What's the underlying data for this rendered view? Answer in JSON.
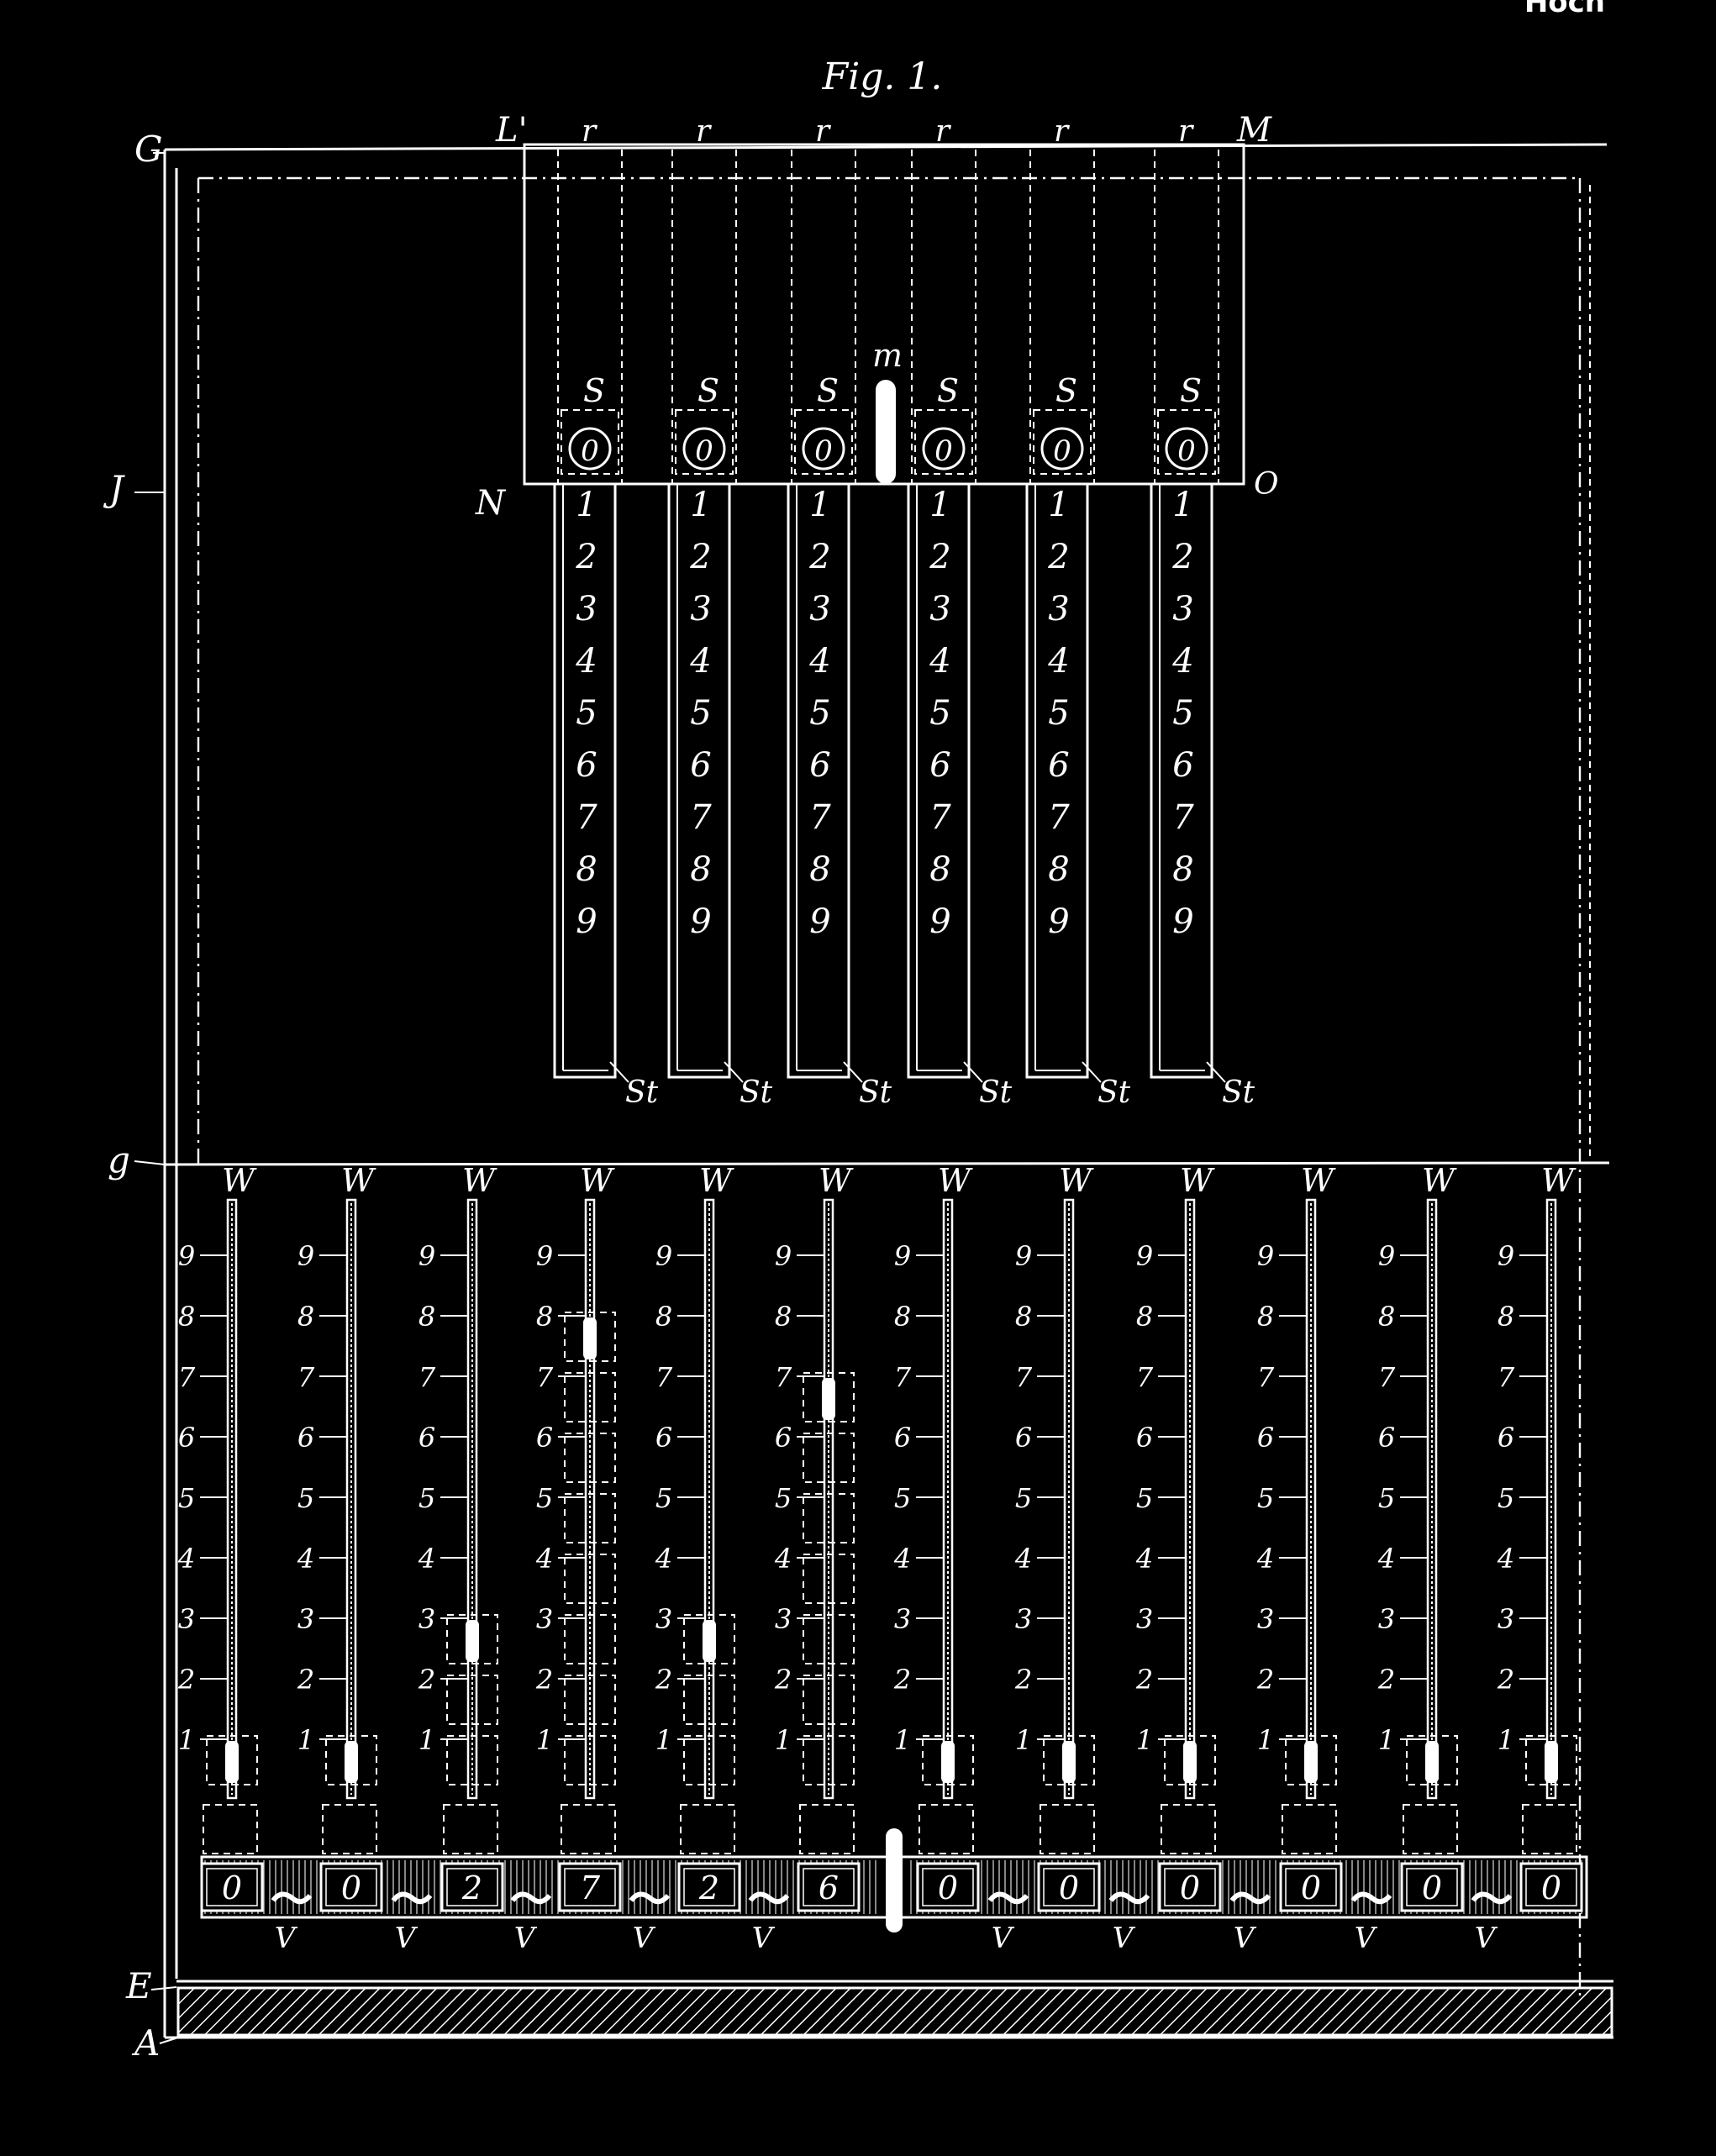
{
  "figure": {
    "title": "Fig. 1.",
    "corner_text": "Hoch",
    "frame_labels": {
      "G": "G",
      "J": "J",
      "g": "g",
      "E": "E",
      "A": "A"
    },
    "panel_labels": {
      "L": "L'",
      "M": "M",
      "N": "N",
      "O": "O",
      "m": "m"
    }
  },
  "upper": {
    "column_label": "r",
    "window_label": "S",
    "stop_label": "St",
    "columns": [
      {
        "id": "c1",
        "window_value": "0"
      },
      {
        "id": "c2",
        "window_value": "0"
      },
      {
        "id": "c3",
        "window_value": "0"
      },
      {
        "id": "c4",
        "window_value": "0"
      },
      {
        "id": "c5",
        "window_value": "0"
      },
      {
        "id": "c6",
        "window_value": "0"
      }
    ],
    "scale": [
      "1",
      "2",
      "3",
      "4",
      "5",
      "6",
      "7",
      "8",
      "9"
    ]
  },
  "lower": {
    "rod_label": "W",
    "lever_label": "V",
    "scale": [
      "1",
      "2",
      "3",
      "4",
      "5",
      "6",
      "7",
      "8",
      "9"
    ],
    "rods": [
      {
        "id": "w1",
        "setting": 0,
        "display": "0"
      },
      {
        "id": "w2",
        "setting": 0,
        "display": "0"
      },
      {
        "id": "w3",
        "setting": 3,
        "display": "2"
      },
      {
        "id": "w4",
        "setting": 8,
        "display": "7"
      },
      {
        "id": "w5",
        "setting": 3,
        "display": "2"
      },
      {
        "id": "w6",
        "setting": 7,
        "display": "6"
      },
      {
        "id": "w7",
        "setting": 0,
        "display": "0"
      },
      {
        "id": "w8",
        "setting": 0,
        "display": "0"
      },
      {
        "id": "w9",
        "setting": 0,
        "display": "0"
      },
      {
        "id": "w10",
        "setting": 0,
        "display": "0"
      },
      {
        "id": "w11",
        "setting": 0,
        "display": "0"
      },
      {
        "id": "w12",
        "setting": 0,
        "display": "0"
      }
    ]
  },
  "colors": {
    "background": "#000000",
    "line": "#ffffff"
  }
}
